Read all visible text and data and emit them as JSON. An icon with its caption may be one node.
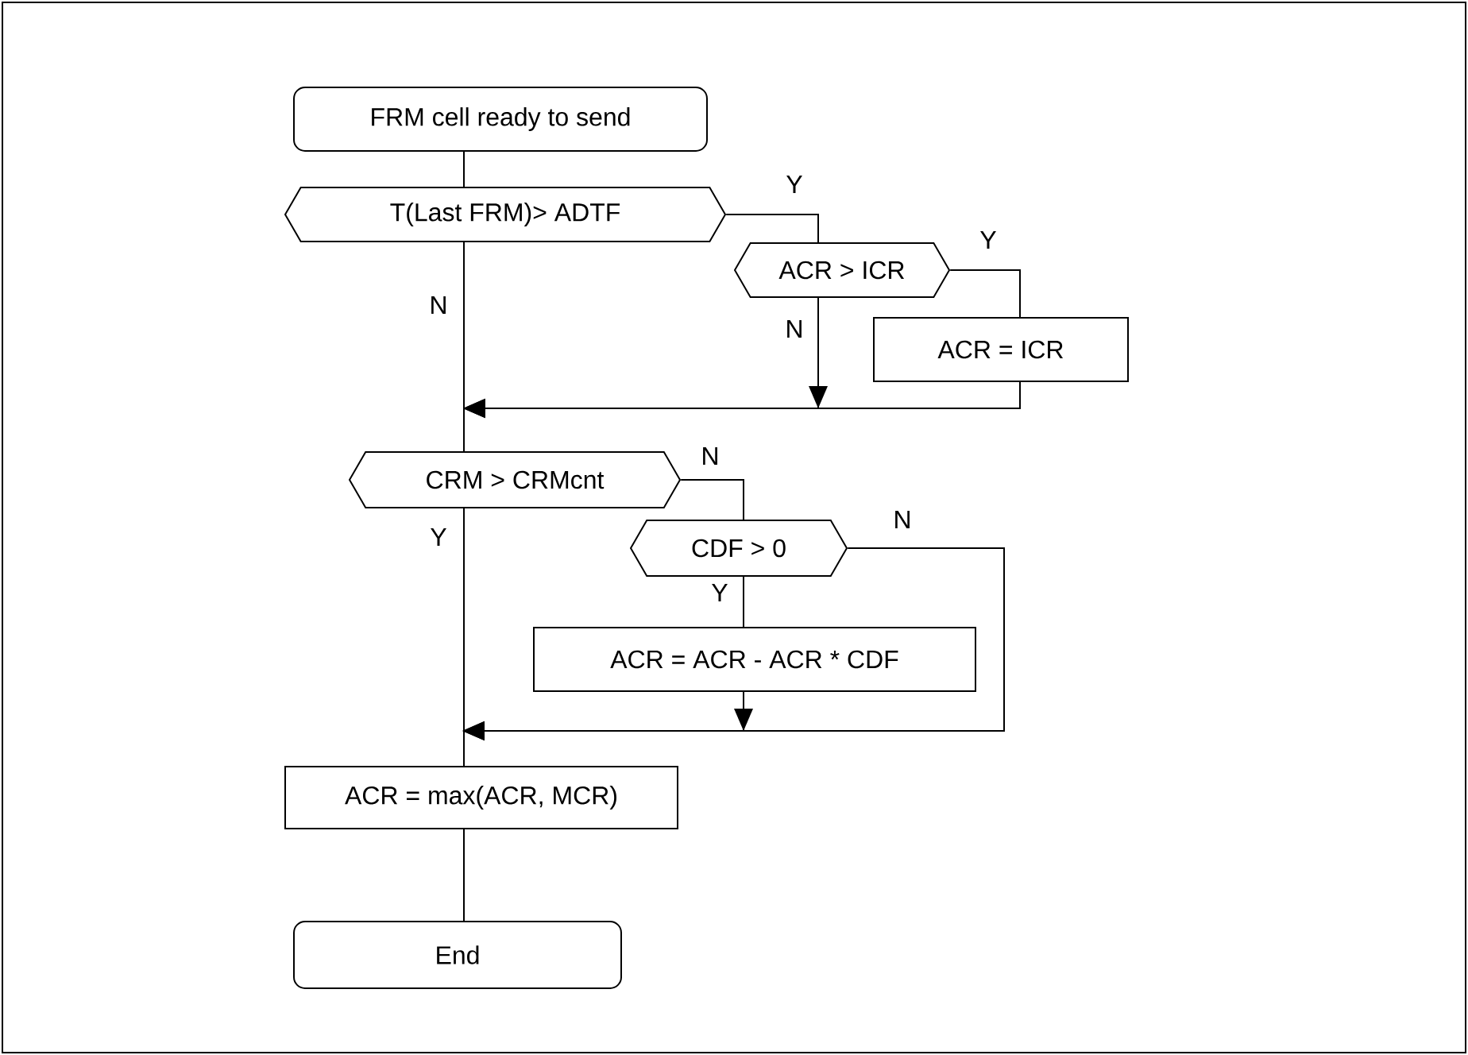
{
  "diagram": {
    "nodes": [
      {
        "text": [
          "FRM cell ready to send"
        ]
      },
      {
        "text": [
          "T(Last FRM)> ADTF"
        ]
      },
      {
        "text": [
          "ACR > ICR"
        ]
      },
      {
        "text": [
          "ACR = ICR"
        ]
      },
      {
        "text": [
          "CRM > CRMcnt"
        ]
      },
      {
        "text": [
          "CDF > 0"
        ]
      },
      {
        "text": [
          "ACR = ACR - ACR * CDF"
        ]
      },
      {
        "text": [
          "ACR = max(ACR, MCR)"
        ]
      },
      {
        "text": [
          "End"
        ]
      }
    ],
    "edges": [
      {
        "from": 0,
        "to": 1,
        "arrow": "none"
      },
      {
        "from": 1,
        "to": 2,
        "arrow": "none",
        "label": "Y"
      },
      {
        "from": 2,
        "to": 3,
        "arrow": "none",
        "label": "Y"
      },
      {
        "from": 1,
        "to": 4,
        "arrow": "none",
        "label": "N"
      },
      {
        "from": 2,
        "to": 4,
        "arrow": "to",
        "label": "N"
      },
      {
        "from": 3,
        "to": 4,
        "arrow": "to"
      },
      {
        "from": 4,
        "to": 5,
        "arrow": "none",
        "label": "N"
      },
      {
        "from": 4,
        "to": 7,
        "arrow": "none",
        "label": "Y"
      },
      {
        "from": 5,
        "to": 6,
        "arrow": "none",
        "label": "Y"
      },
      {
        "from": 5,
        "to": 7,
        "arrow": "to",
        "label": "N"
      },
      {
        "from": 6,
        "to": 7,
        "arrow": "to"
      },
      {
        "from": 7,
        "to": 8,
        "arrow": "none"
      }
    ]
  }
}
